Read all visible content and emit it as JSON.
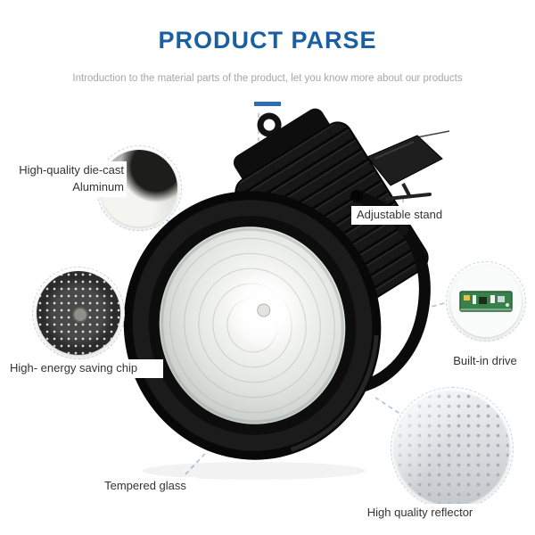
{
  "header": {
    "title": "PRODUCT PARSE",
    "subtitle": "Introduction to the material parts of the product, let you know more about our products"
  },
  "callouts": {
    "aluminum": {
      "line1": "High-quality die-cast",
      "line2": "Aluminum"
    },
    "stand": {
      "label": "Adjustable stand"
    },
    "drive": {
      "label": "Built-in drive"
    },
    "chip": {
      "label": "High- energy saving chip"
    },
    "glass": {
      "label": "Tempered glass"
    },
    "reflector": {
      "label": "High quality reflector"
    }
  },
  "colors": {
    "title_blue": "#1b5fa3",
    "divider_blue": "#2f6cb4",
    "subtitle_gray": "#a6a6a6",
    "label_dark": "#333333",
    "dashed_line": "#a9c3da"
  }
}
